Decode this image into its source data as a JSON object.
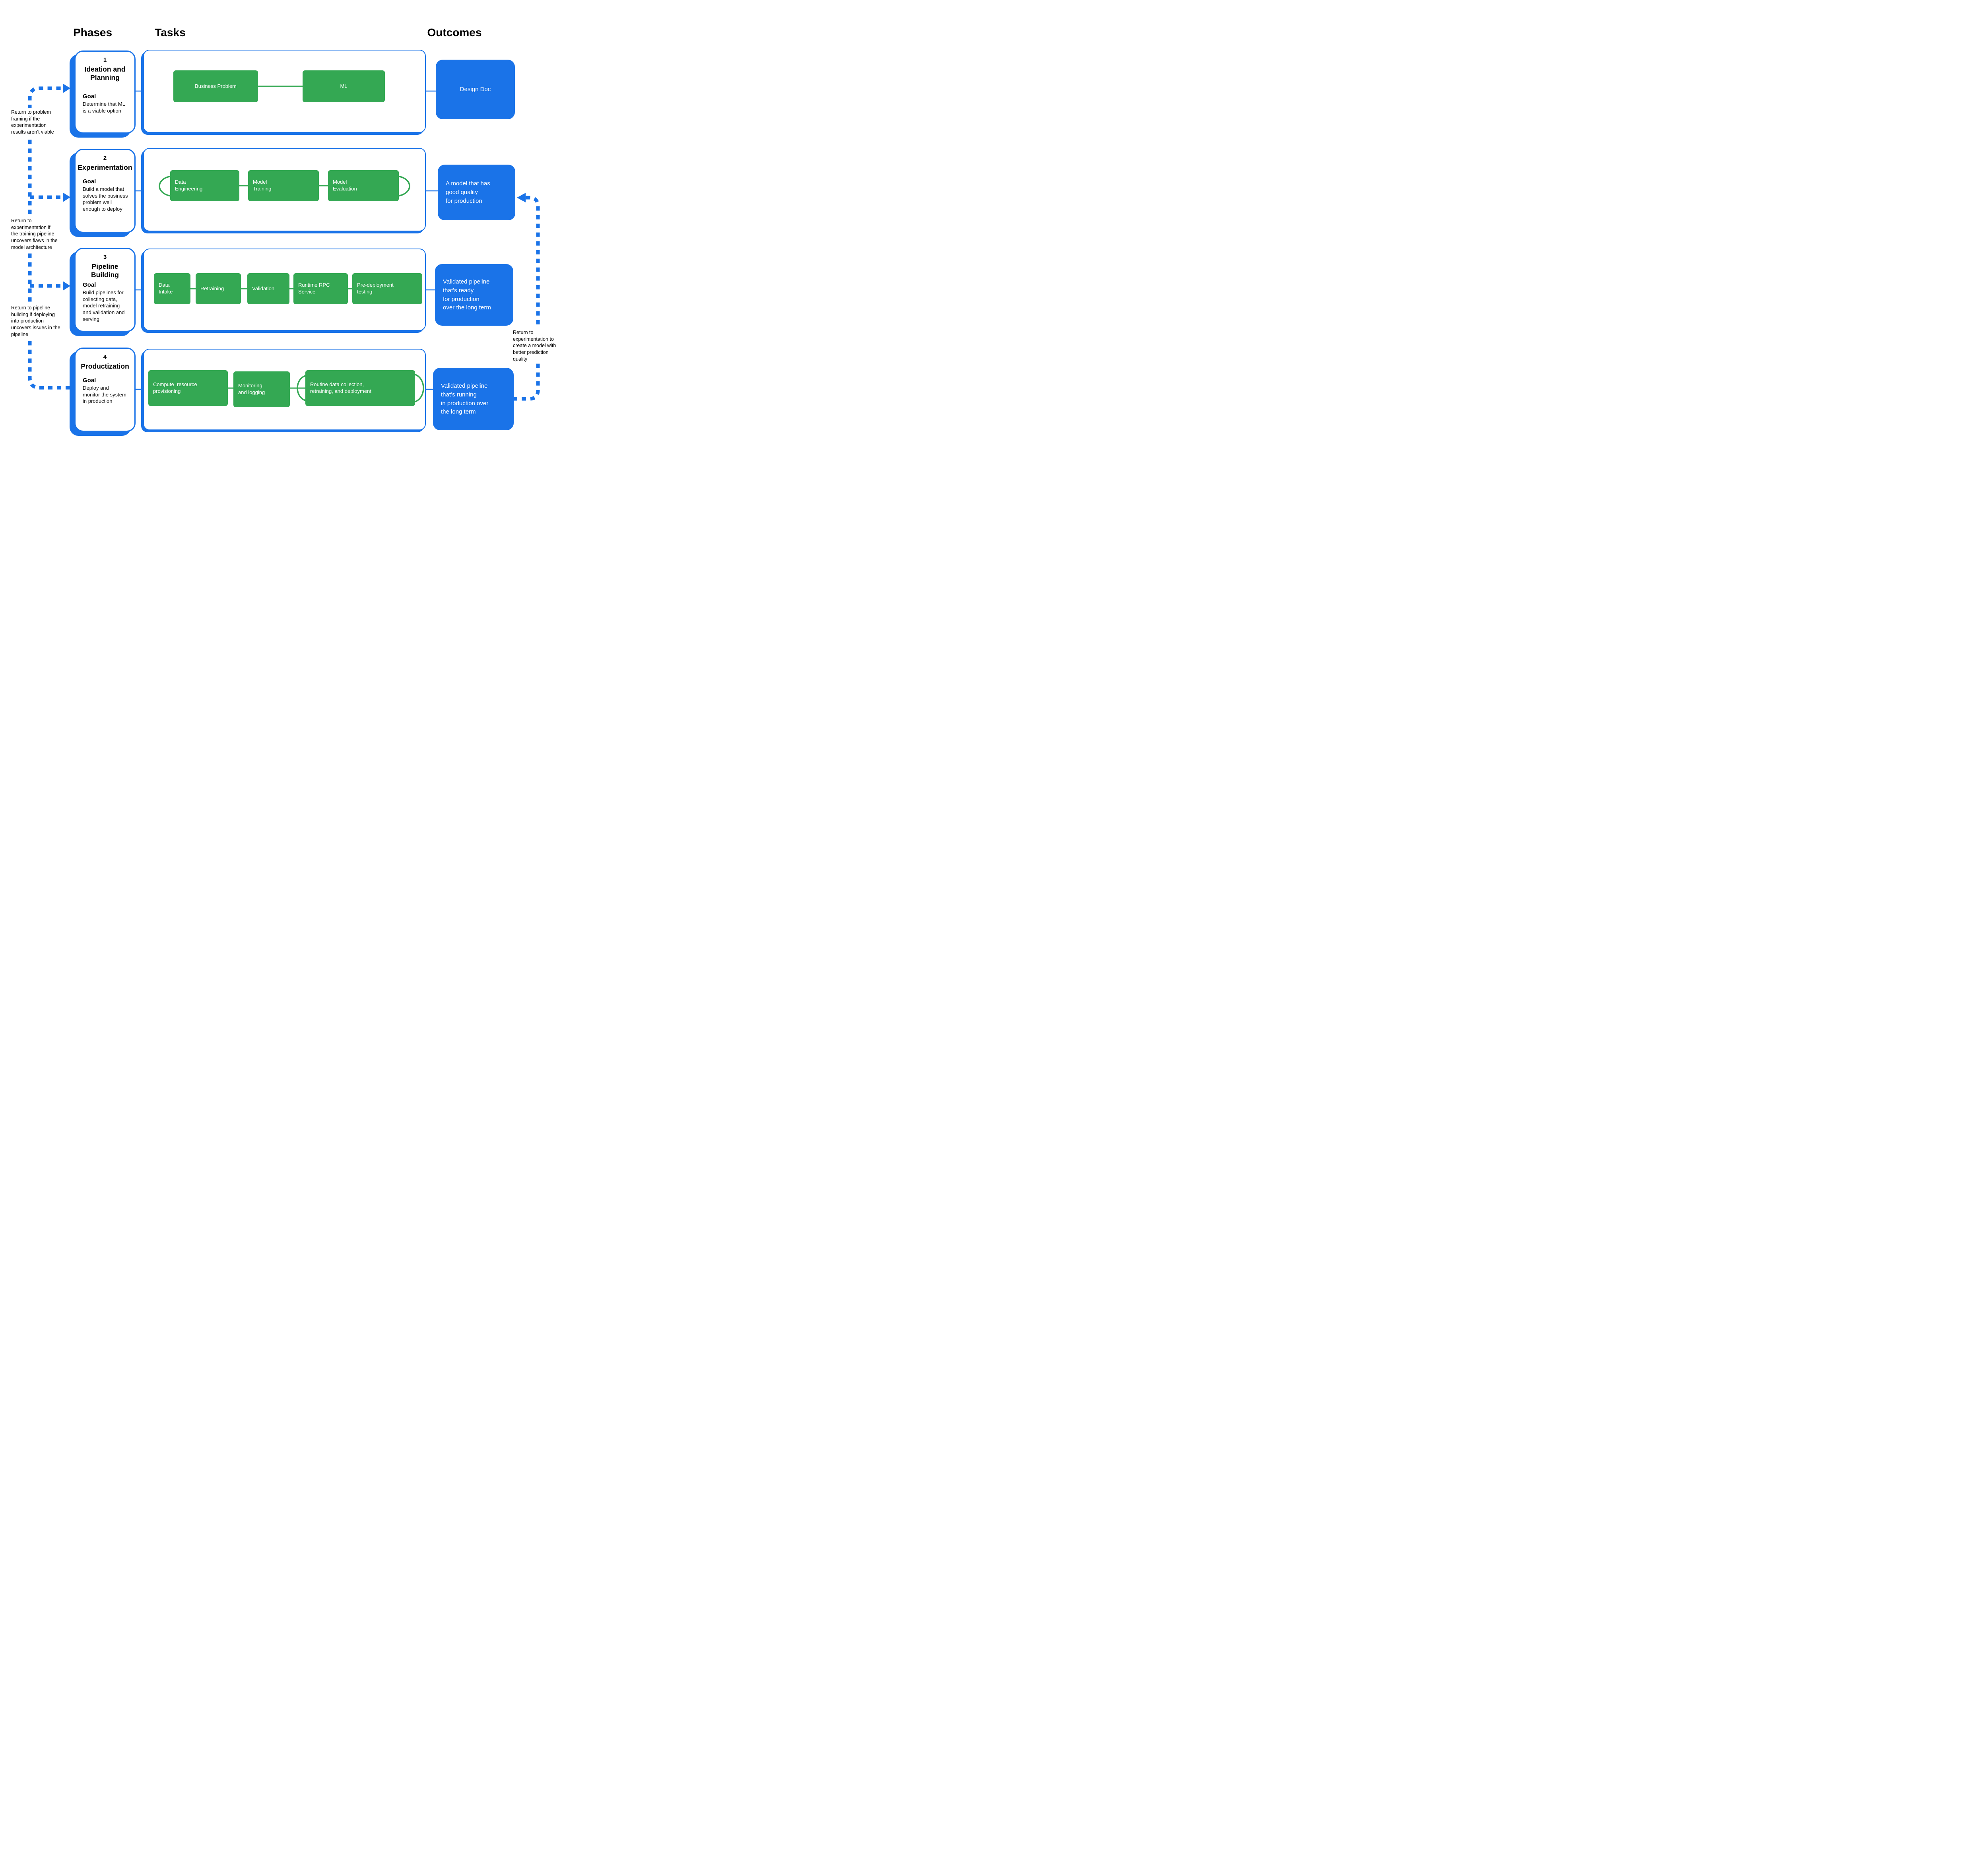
{
  "headers": {
    "phases": "Phases",
    "tasks": "Tasks",
    "outcomes": "Outcomes"
  },
  "colors": {
    "accent_blue": "#1A73E8",
    "task_green": "#34A853"
  },
  "phases": [
    {
      "number": "1",
      "title": "Ideation and\nPlanning",
      "goal_label": "Goal",
      "goal_text": "Determine that ML\nis a viable option",
      "tasks": [
        {
          "label": "Business Problem"
        },
        {
          "label": "ML"
        }
      ],
      "outcome": "Design Doc"
    },
    {
      "number": "2",
      "title": "Experimentation",
      "goal_label": "Goal",
      "goal_text": "Build a model that\nsolves the business\nproblem well\nenough to deploy",
      "tasks": [
        {
          "label": "Data\nEngineering"
        },
        {
          "label": "Model\nTraining"
        },
        {
          "label": "Model\nEvaluation"
        }
      ],
      "outcome": "A model that has\ngood quality\nfor production"
    },
    {
      "number": "3",
      "title": "Pipeline Building",
      "goal_label": "Goal",
      "goal_text": "Build pipelines for\ncollecting data,\nmodel retraining\nand validation and\nserving",
      "tasks": [
        {
          "label": "Data\nIntake"
        },
        {
          "label": "Retraining"
        },
        {
          "label": "Validation"
        },
        {
          "label": "Runtime RPC\nService"
        },
        {
          "label": "Pre-deployment\ntesting"
        }
      ],
      "outcome": "Validated pipeline\nthat’s ready\nfor production\nover the long term"
    },
    {
      "number": "4",
      "title": "Productization",
      "goal_label": "Goal",
      "goal_text": "Deploy and\nmonitor the system\nin production",
      "tasks": [
        {
          "label": "Compute  resource\nprovisioning"
        },
        {
          "label": "Monitoring\nand logging"
        },
        {
          "label": "Routine data collection,\nretraining, and deployment"
        }
      ],
      "outcome": "Validated pipeline\nthat’s running\nin production over\nthe long term"
    }
  ],
  "return_notes": [
    {
      "text": "Return to problem\nframing if the\nexperimentation\nresults aren’t viable"
    },
    {
      "text": "Return to\nexperimentation if\nthe training pipeline\nuncovers flaws in the\nmodel architecture"
    },
    {
      "text": "Return to pipeline\nbuilding if deploying\ninto production\nuncovers issues in the\npipeline"
    },
    {
      "text": "Return to\nexperimentation to\ncreate a model with\nbetter prediction\nquality"
    }
  ]
}
